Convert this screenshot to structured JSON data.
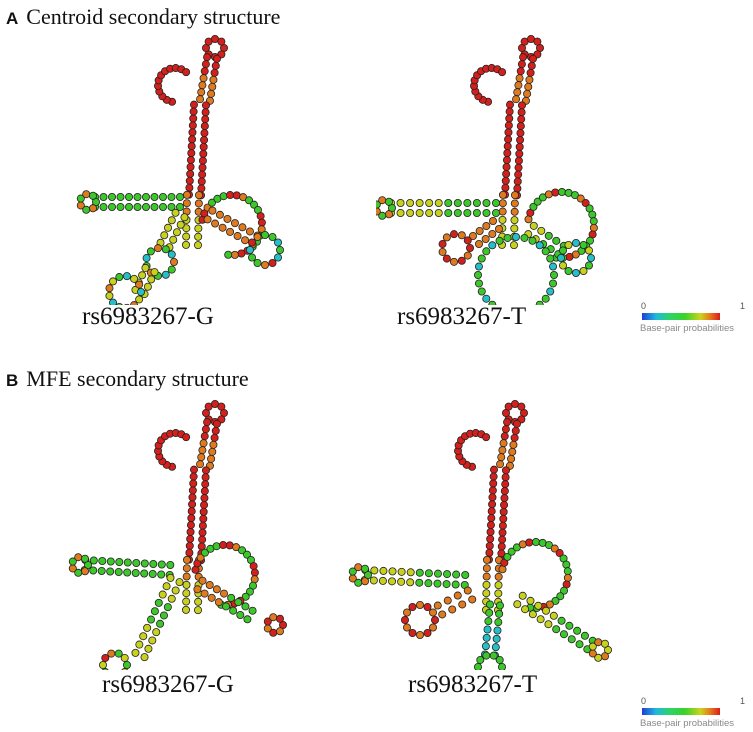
{
  "panels": [
    {
      "letter": "A",
      "title": "Centroid secondary structure",
      "structures": [
        {
          "variant": "rs6983267-G",
          "type": "centroid"
        },
        {
          "variant": "rs6983267-T",
          "type": "centroid"
        }
      ],
      "colorbar": {
        "min_label": "0",
        "max_label": "1",
        "caption": "Base-pair probabilities"
      }
    },
    {
      "letter": "B",
      "title": "MFE secondary structure",
      "structures": [
        {
          "variant": "rs6983267-G",
          "type": "mfe"
        },
        {
          "variant": "rs6983267-T",
          "type": "mfe"
        }
      ],
      "colorbar": {
        "min_label": "0",
        "max_label": "1",
        "caption": "Base-pair probabilities"
      }
    }
  ],
  "colorscale": {
    "low": "#1f3fd6",
    "mid_low": "#20b8e0",
    "mid": "#3ad12a",
    "mid_high": "#c9d41e",
    "high": "#d81c1c"
  }
}
